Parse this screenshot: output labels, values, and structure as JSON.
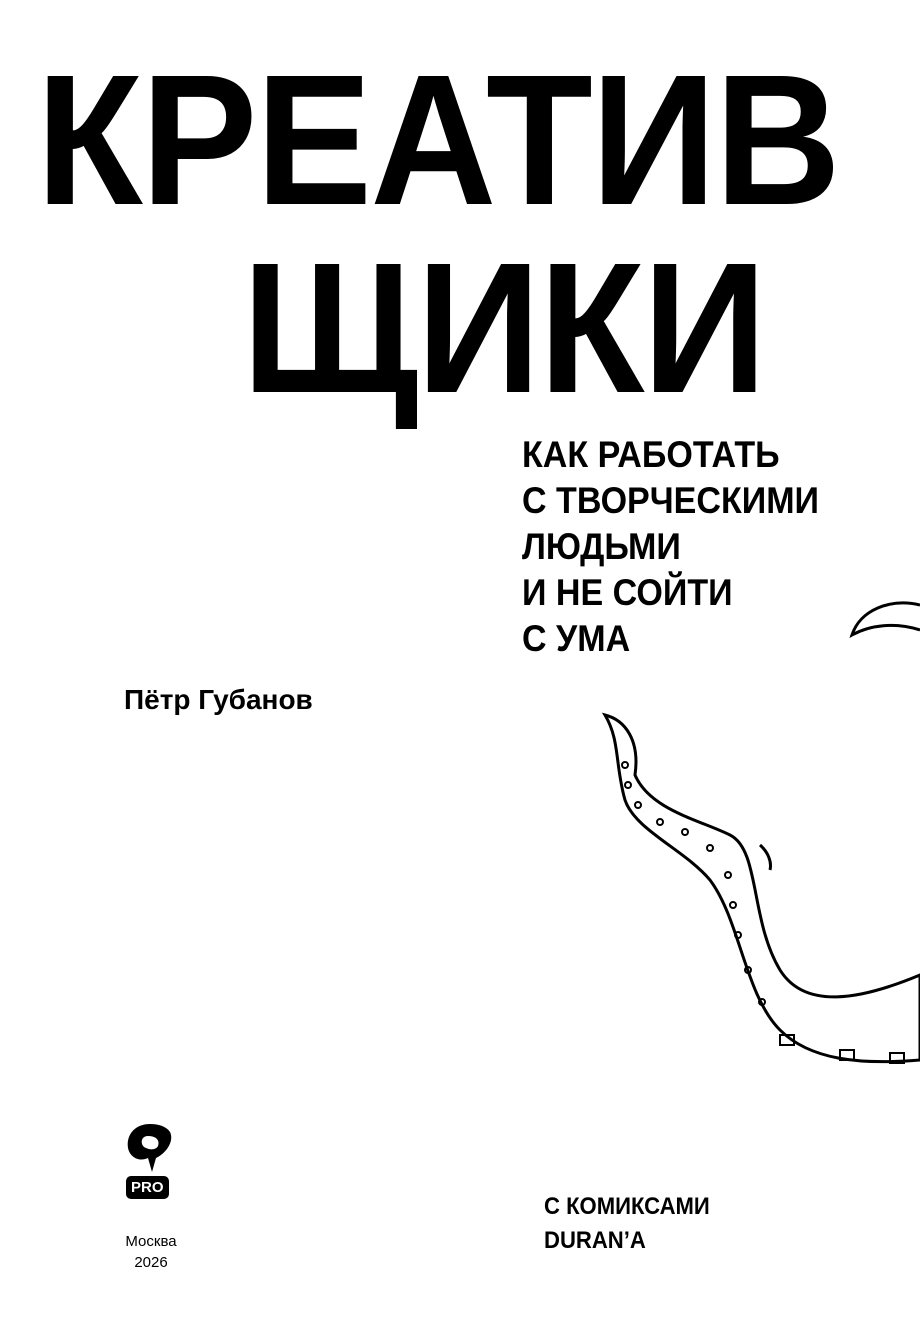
{
  "title": {
    "line1": "КРЕАТИВ",
    "line2": "ЩИКИ"
  },
  "subtitle": [
    "КАК РАБОТАТЬ",
    "С ТВОРЧЕСКИМИ",
    "ЛЮДЬМИ",
    "И НЕ СОЙТИ",
    "С УМА"
  ],
  "author": "Пётр Губанов",
  "comics": [
    "С КОМИКСАМИ",
    "DURAN’A"
  ],
  "publisher": {
    "badge": "PRO",
    "city": "Москва",
    "year": "2026"
  }
}
